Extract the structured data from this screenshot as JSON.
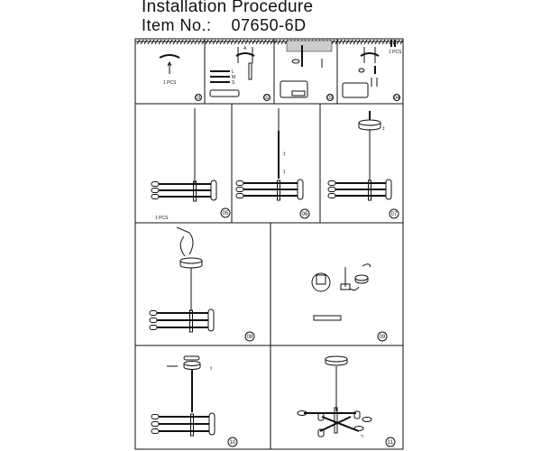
{
  "header": {
    "title": "Installation Procedure",
    "item_label": "Item No.:",
    "item_number": "07650-6D"
  },
  "steps": [
    {
      "number": "01",
      "note": "1 PCS"
    },
    {
      "number": "02",
      "labels": [
        "L",
        "M",
        "S"
      ]
    },
    {
      "number": "03"
    },
    {
      "number": "04",
      "note": "1 PCS"
    },
    {
      "number": "05",
      "note": "1 PCS"
    },
    {
      "number": "06"
    },
    {
      "number": "07"
    },
    {
      "number": "08"
    },
    {
      "number": "09"
    },
    {
      "number": "10"
    },
    {
      "number": "11"
    }
  ],
  "colors": {
    "ink": "#111111",
    "paper": "#ffffff"
  }
}
